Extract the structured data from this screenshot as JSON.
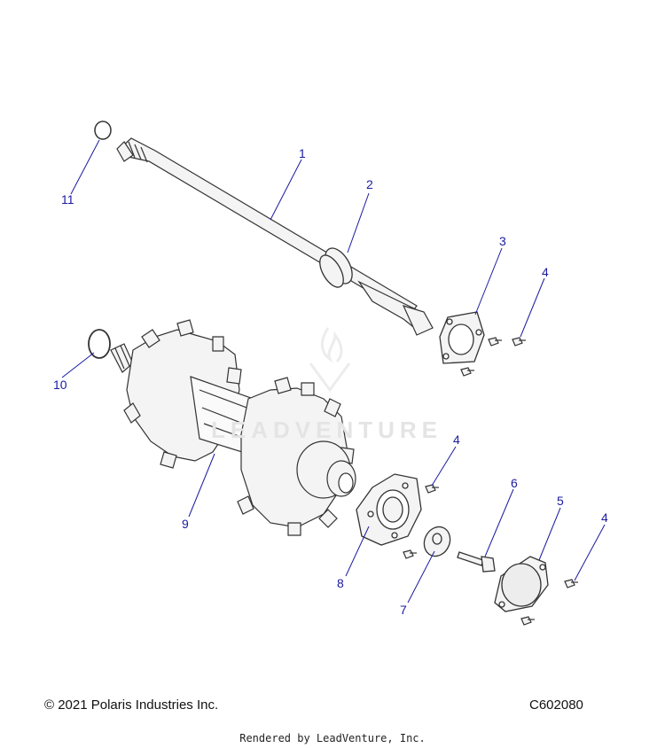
{
  "callouts": [
    {
      "id": "1",
      "label": "1"
    },
    {
      "id": "2",
      "label": "2"
    },
    {
      "id": "3",
      "label": "3"
    },
    {
      "id": "4a",
      "label": "4"
    },
    {
      "id": "4b",
      "label": "4"
    },
    {
      "id": "4c",
      "label": "4"
    },
    {
      "id": "5",
      "label": "5"
    },
    {
      "id": "6",
      "label": "6"
    },
    {
      "id": "7",
      "label": "7"
    },
    {
      "id": "8",
      "label": "8"
    },
    {
      "id": "9",
      "label": "9"
    },
    {
      "id": "10",
      "label": "10"
    },
    {
      "id": "11",
      "label": "11"
    }
  ],
  "watermark": "LEADVENTURE",
  "footer": {
    "copyright": "© 2021 Polaris Industries Inc.",
    "diagram_code": "C602080",
    "rendered_by": "Rendered by LeadVenture, Inc."
  },
  "colors": {
    "callout": "#1a1aa0",
    "line": "#1a1aa0",
    "part_stroke": "#333333",
    "part_fill": "#f4f4f4"
  }
}
